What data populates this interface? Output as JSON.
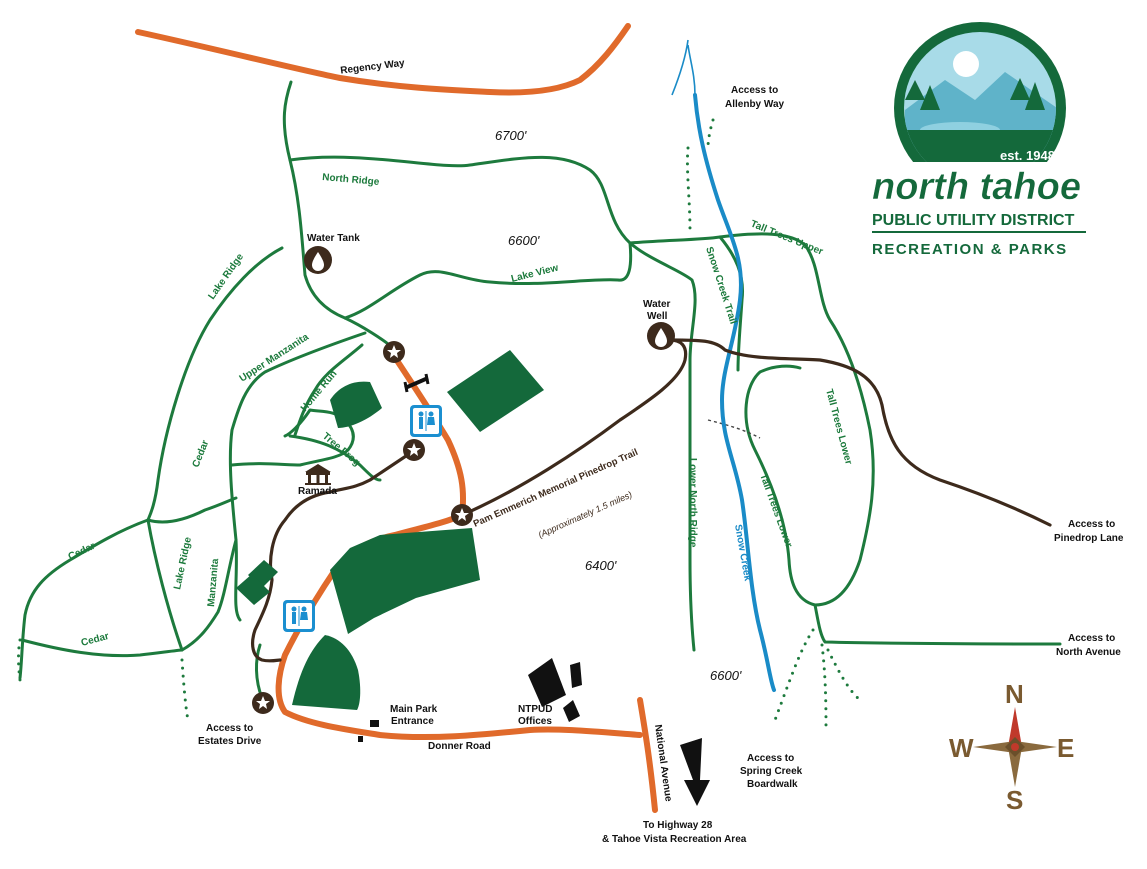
{
  "logo": {
    "est": "est. 1948",
    "name": "north tahoe",
    "district": "PUBLIC UTILITY DISTRICT",
    "division": "RECREATION & PARKS"
  },
  "roads": {
    "regency_way": "Regency Way",
    "donner_road": "Donner Road",
    "national_avenue": "National Avenue"
  },
  "elevations": [
    "6700'",
    "6600'",
    "6400'",
    "6600'"
  ],
  "trails": {
    "north_ridge": "North Ridge",
    "lake_view": "Lake View",
    "lake_ridge_1": "Lake Ridge",
    "lake_ridge_2": "Lake Ridge",
    "upper_manzanita": "Upper Manzanita",
    "home_run": "Home Run",
    "tree_frog": "Tree Frog",
    "cedar_1": "Cedar",
    "cedar_2": "Cedar",
    "cedar_3": "Cedar",
    "manzanita": "Manzanita",
    "tall_trees_upper": "Tall Trees Upper",
    "tall_trees_lower_1": "Tall Trees Lower",
    "tall_trees_lower_2": "Tall Trees Lower",
    "snow_creek_trail": "Snow Creek Trail",
    "lower_north_ridge": "Lower North Ridge",
    "snow_creek": "Snow Creek",
    "pinedrop_trail": "Pam Emmerich Memorial Pinedrop Trail",
    "pinedrop_length": "(Approximately 1.5 miles)"
  },
  "features": {
    "water_tank": "Water Tank",
    "water_well_1": "Water",
    "water_well_2": "Well",
    "ramada": "Ramada",
    "main_park_1": "Main Park",
    "main_park_2": "Entrance",
    "ntpud_1": "NTPUD",
    "ntpud_2": "Offices"
  },
  "access": {
    "allenby_1": "Access to",
    "allenby_2": "Allenby Way",
    "pinedrop_1": "Access to",
    "pinedrop_2": "Pinedrop Lane",
    "north_ave_1": "Access to",
    "north_ave_2": "North Avenue",
    "spring_creek_1": "Access to",
    "spring_creek_2": "Spring Creek",
    "spring_creek_3": "Boardwalk",
    "estates_1": "Access to",
    "estates_2": "Estates Drive",
    "highway_1": "To Highway 28",
    "highway_2": "& Tahoe Vista Recreation Area"
  },
  "compass": {
    "n": "N",
    "s": "S",
    "e": "E",
    "w": "W"
  },
  "colors": {
    "trail_green": "#1d7a3d",
    "pinedrop_brown": "#3d2a1c",
    "road_orange": "#e06a2b",
    "creek_blue": "#1a8bc7",
    "field_green": "#14693b",
    "restroom_blue": "#1b8fd0"
  }
}
